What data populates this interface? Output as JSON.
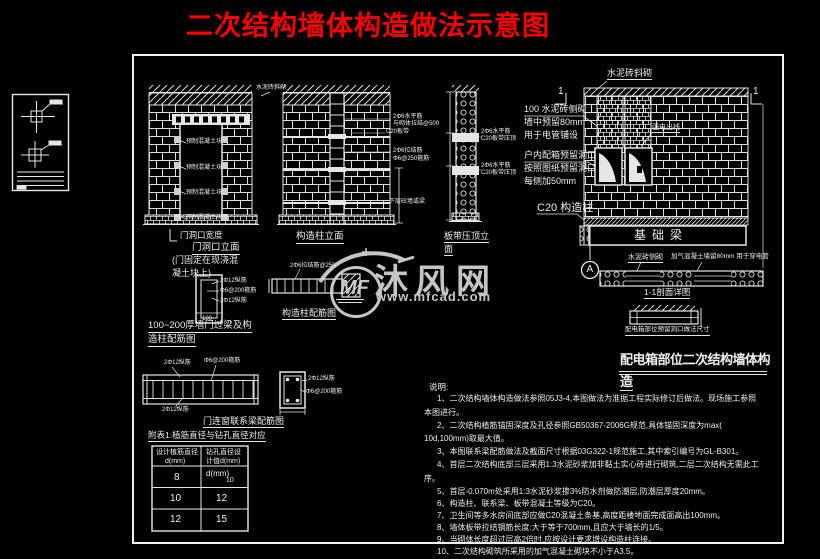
{
  "page": {
    "title": "二次结构墙体构造做法示意图",
    "title_color": "#fa0000"
  },
  "watermark": {
    "logo": "MF",
    "name": "沐风网",
    "url": "www.mfcad.com"
  },
  "door_detail": {
    "top_label": "水泥砖斜砌",
    "dim_label": "门洞口宽度",
    "caption": "门洞口立面",
    "note1": "(门固定在现浇混",
    "note2": "凝土块上)",
    "block_label": "预制混凝土块"
  },
  "lintel_section": {
    "rebar_top": "2Φ12纵筋",
    "stirrup": "Φ6@200箍筋",
    "rebar_bottom": "2Φ12纵筋",
    "dim": "100",
    "caption1": "100~200厚墙门过梁及构",
    "caption2": "造柱配筋图"
  },
  "column_elevation": {
    "caption": "构造柱立面",
    "ann1": "2Φ6水平筋",
    "ann2": "与砌体拉结@500",
    "ann3": "C20板带",
    "ann4": "2Φ6拉结筋",
    "ann5": "Φ6@250箍筋",
    "ann6": "下层砼墙或梁"
  },
  "column_rebar": {
    "label": "2Φ6拉结筋@250",
    "caption": "构造柱配筋图"
  },
  "band_elevation": {
    "caption1": "板带压顶立",
    "caption2": "面",
    "b1": "2Φ6水平筋",
    "b2": "C20板带压顶"
  },
  "callouts": {
    "a1": "100 水泥砖侧砌",
    "a2": "墙中预留80mm",
    "a3": "用于电管铺设",
    "b1": "户内配箱预留洞口",
    "b2": "按照图纸预留洞口",
    "b3": "每侧加50mm",
    "c1": "C20 构造柱"
  },
  "box_wall": {
    "top_label": "水泥砖斜砌",
    "section_mark": "1",
    "outlet": "强电出线",
    "beam": "基础梁",
    "grid": "A"
  },
  "section_11": {
    "l1": "水泥砖侧砌",
    "l2": "加气混凝土墙留80mm 用于穿电管",
    "caption": "1-1剖面详图"
  },
  "box_detail_caption": "配电箱部位预留洞口做法尺寸",
  "big_title": {
    "line1": "配电箱部位二次结构墙体构",
    "line2": "造"
  },
  "tie_beam": {
    "t1": "2Φ12纵筋",
    "t2": "Φ6@200箍筋",
    "b1": "2Φ12纵筋",
    "s1": "2Φ12纵筋",
    "s2": "Φ6@200箍筋",
    "caption": "门连窗联系梁配筋图"
  },
  "table": {
    "title": "附表1:植筋直径与钻孔直径对应",
    "h1a": "设计植筋直径",
    "h1b": "d(mm)",
    "h2a": "钻孔直径设",
    "h2b": "计值d(mm)",
    "overlap": "d(mm)",
    "rows": [
      [
        "8",
        "10"
      ],
      [
        "10",
        "12"
      ],
      [
        "12",
        "15"
      ]
    ]
  },
  "notes": {
    "heading": "说明:",
    "lines": [
      "1、二次结构墙体构造做法参照05J3-4,本图做法为准据工程实际修订后做法。现场施工参照",
      "本图进行。",
      "2、二次结构植筋锚固深度及孔径参照GB50367-2006G规范,具体锚固深度为max(",
      "10d,100mm)取最大值。",
      "3、本图联系梁配筋做法及截面尺寸根据03G322-1规范施工,其中索引编号为GL-B301。",
      "4、首层二次结构底部三层采用1:3水泥砂浆加非黏土实心砖进行砌筑,二层二次结构无需此工",
      "序。",
      "5、首层-0.070m处采用1:3水泥砂浆掺3%防水剂做防潮层,防潮层厚度20mm。",
      "6、构造柱、联系梁、板带混凝土等级为C20。",
      "7、卫生间等多水房间底部应做C20混凝土条基,高度距楼地面完成面高出100mm。",
      "8、墙体板带拉结钢筋长度:大于等于700mm,且应大于墙长的1/5。",
      "9、当砌体长度超过层高2倍时,应按设计要求增设构造柱连接。",
      "10、二次结构砌筑所采用的加气混凝土砌块不小于A3.5。"
    ]
  }
}
